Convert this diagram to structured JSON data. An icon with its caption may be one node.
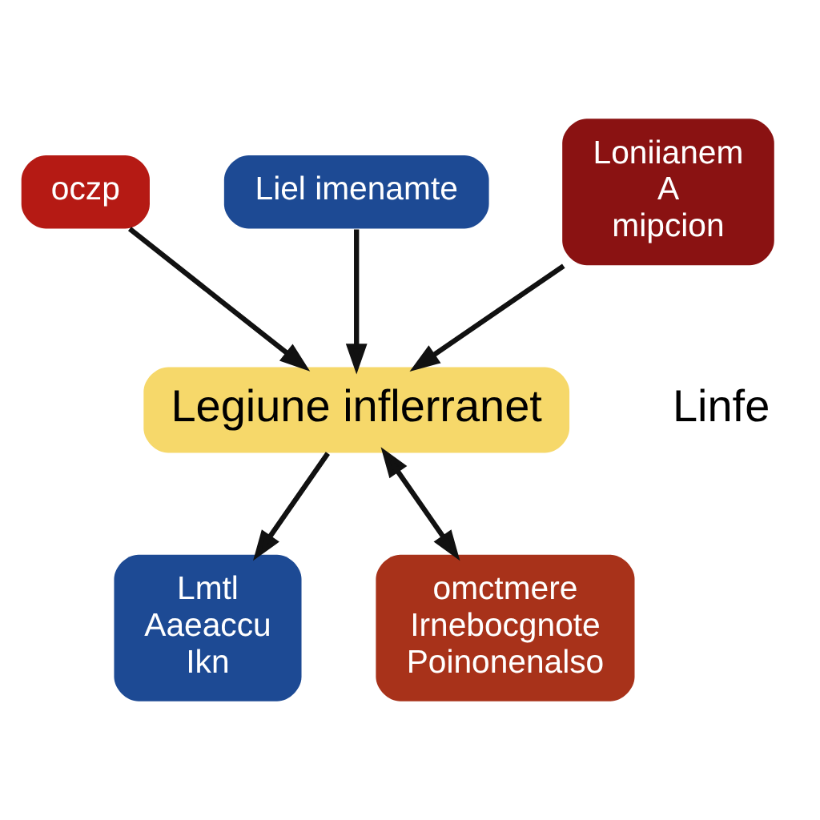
{
  "diagram": {
    "nodes": [
      {
        "text": [
          "oczp"
        ]
      },
      {
        "text": [
          "Liel imenamte"
        ]
      },
      {
        "text": [
          "Loniianem A mipcion"
        ]
      },
      {
        "text": [
          "Legiune inflerranet"
        ],
        "beside": [
          "Linfe"
        ]
      },
      {
        "text": [
          "Lmtl Aaeaccu Ikn"
        ]
      },
      {
        "text": [
          "omctmere Irnebocgnote Poinonenalso"
        ]
      }
    ],
    "edges": [
      {
        "from": 0,
        "to": 3,
        "arrow": "to"
      },
      {
        "from": 1,
        "to": 3,
        "arrow": "to"
      },
      {
        "from": 2,
        "to": 3,
        "arrow": "to"
      },
      {
        "from": 3,
        "to": 4,
        "arrow": "to"
      },
      {
        "from": 3,
        "to": 5,
        "arrow": "both"
      }
    ]
  }
}
